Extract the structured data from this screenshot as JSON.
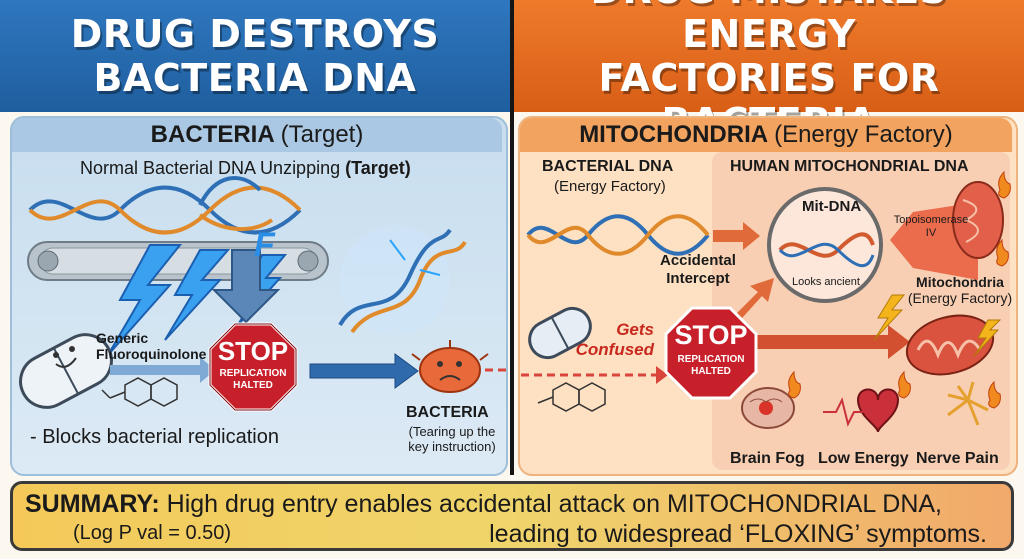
{
  "left_header": {
    "line1": "DRUG DESTROYS",
    "line2": "BACTERIA DNA"
  },
  "right_header": {
    "line1": "DRUG MISTAKES ENERGY",
    "line2": "FACTORIES FOR BACTERIA"
  },
  "left_panel": {
    "title_bold": "BACTERIA",
    "title_rest": "(Target)",
    "dna_caption": "Normal Bacterial DNA Unzipping",
    "dna_caption_bold": "(Target)",
    "drug_label_1": "Generic",
    "drug_label_2": "Fluoroquinolone",
    "stop_word": "STOP",
    "stop_line1": "REPLICATION",
    "stop_line2": "HALTED",
    "f_letter": "F",
    "bacteria_title": "BACTERIA",
    "bacteria_sub1": "(Tearing up the",
    "bacteria_sub2": "key instruction)",
    "blocks_note": "- Blocks bacterial replication"
  },
  "right_panel": {
    "title_bold": "MITOCHONDRIA",
    "title_rest": "(Energy Factory)",
    "bact_dna_title": "BACTERIAL DNA",
    "bact_dna_sub": "(Energy Factory)",
    "human_dna_title": "HUMAN MITOCHONDRIAL DNA",
    "mit_dna": "Mit-DNA",
    "looks_ancient": "Looks ancient",
    "topo_1": "Topoisomerase",
    "topo_2": "IV",
    "accidental_1": "Accidental",
    "accidental_2": "Intercept",
    "gets": "Gets",
    "confused": "Confused",
    "stop_word": "STOP",
    "stop_line1": "REPLICATION",
    "stop_line2": "HALTED",
    "mito_title": "Mitochondria",
    "mito_sub": "(Energy Factory)",
    "symptoms": [
      "Brain Fog",
      "Low Energy",
      "Nerve Pain"
    ]
  },
  "summary": {
    "label": "SUMMARY:",
    "line1": "High drug entry enables accidental attack on MITOCHONDRIAL DNA,",
    "logp": "(Log P val = 0.50)",
    "line2": "leading to widespread ‘FLOXING’ symptoms."
  },
  "colors": {
    "blue_header": "#2e77bf",
    "orange_header": "#ef7a2b",
    "stop_red": "#c8202a",
    "bolt_blue": "#3aa0f0"
  }
}
